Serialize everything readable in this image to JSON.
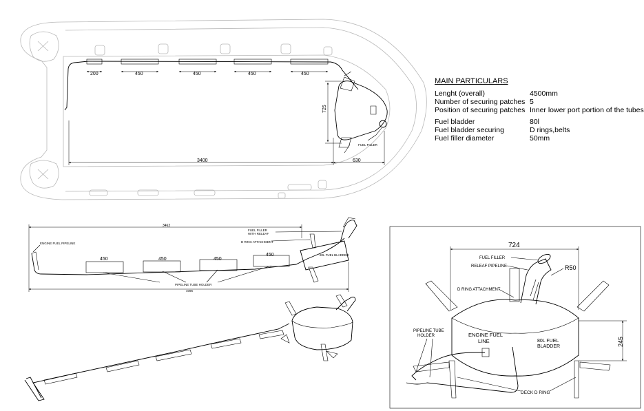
{
  "specs": {
    "title": "MAIN PARTICULARS",
    "rows": [
      {
        "label": "Lenght (overall)",
        "value": "4500mm"
      },
      {
        "label": "Number of securing patches",
        "value": "5"
      },
      {
        "label": "Position of securing patches",
        "value": "Inner lower port portion of the tubes"
      },
      {
        "label": "Fuel bladder",
        "value": "80l"
      },
      {
        "label": "Fuel bladder securing",
        "value": "D rings,belts"
      },
      {
        "label": "Fuel filler diameter",
        "value": "50mm"
      }
    ]
  },
  "plan_view": {
    "patch_dims": [
      "200",
      "450",
      "450",
      "450",
      "450"
    ],
    "length_dim": "3400",
    "tank_offset_dim": "630",
    "tank_width_dim": "725",
    "fuel_filler_label": "FUEL FILLER"
  },
  "side_view": {
    "overall_dim": "3462",
    "total_dim": "4096",
    "patch_dims": [
      "450",
      "450",
      "450",
      "450"
    ],
    "label_engine_pipeline": "ENGINE FUEL PIPELINE",
    "label_filler_line1": "FUEL FILLER",
    "label_filler_line2": "WITH RELEAF",
    "label_d_ring": "D RING ATTACHMENT",
    "label_bladder": "80L FUEL BLADDER",
    "label_tube_holder": "PIPELINE TUBE HOLDER"
  },
  "detail_view": {
    "width_dim": "724",
    "radius_dim": "R50",
    "height_dim": "245",
    "label_fuel_filler": "FUEL FILLER",
    "label_releaf": "RELEAF PIPELINE",
    "label_d_ring": "D RING ATTACHMENT",
    "label_tube_holder_1": "PIPELINE TUBE",
    "label_tube_holder_2": "HOLDER",
    "label_engine_line_1": "ENGINE FUEL",
    "label_engine_line_2": "LINE",
    "label_bladder_1": "80L FUEL",
    "label_bladder_2": "BLADDER",
    "label_deck_ring": "DECK D RING"
  }
}
